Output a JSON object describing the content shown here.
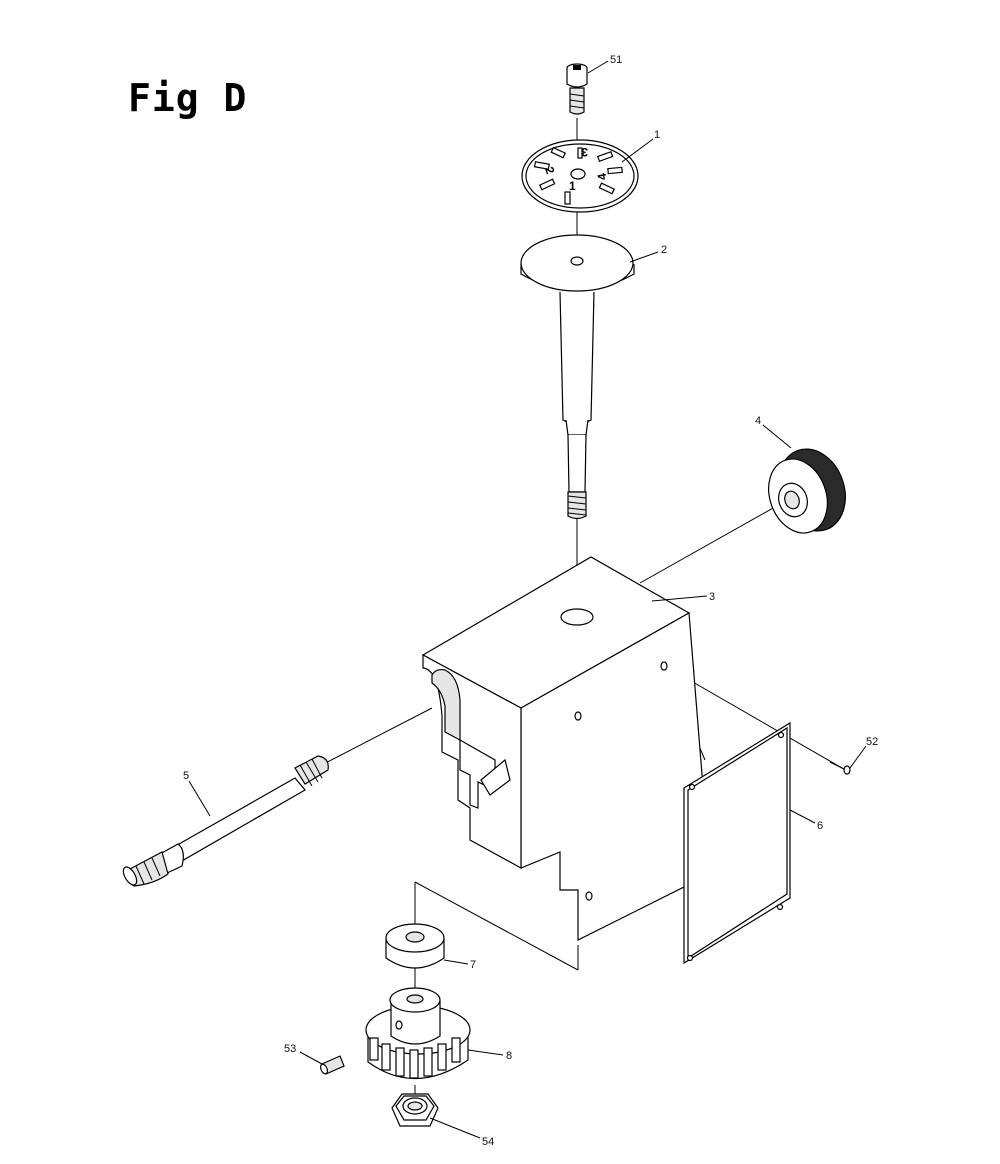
{
  "figure": {
    "title": "Fig D"
  },
  "dial_numbers": [
    "1",
    "2",
    "3",
    "4"
  ],
  "callouts": [
    {
      "id": "51",
      "label": "51"
    },
    {
      "id": "1",
      "label": "1"
    },
    {
      "id": "2",
      "label": "2"
    },
    {
      "id": "4",
      "label": "4"
    },
    {
      "id": "3",
      "label": "3"
    },
    {
      "id": "52",
      "label": "52"
    },
    {
      "id": "5",
      "label": "5"
    },
    {
      "id": "6",
      "label": "6"
    },
    {
      "id": "7",
      "label": "7"
    },
    {
      "id": "53",
      "label": "53"
    },
    {
      "id": "8",
      "label": "8"
    },
    {
      "id": "54",
      "label": "54"
    }
  ]
}
